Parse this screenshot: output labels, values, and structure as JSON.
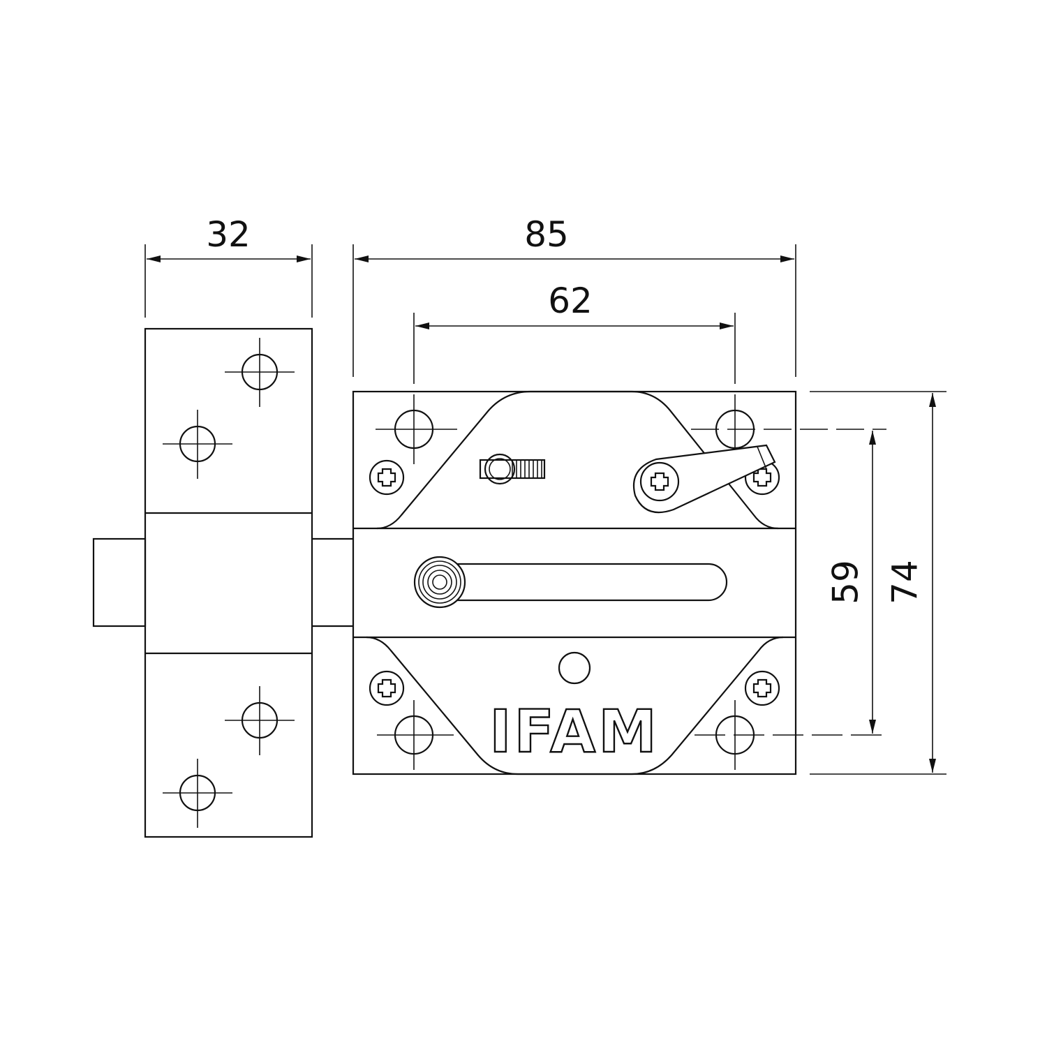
{
  "drawing": {
    "dimensions": {
      "keeper_width": "32",
      "body_width": "85",
      "hole_spacing_horizontal": "62",
      "hole_spacing_vertical": "59",
      "body_height": "74"
    },
    "brand_logo": "IFAM",
    "colors": {
      "line": "#111111",
      "background": "#ffffff"
    }
  }
}
